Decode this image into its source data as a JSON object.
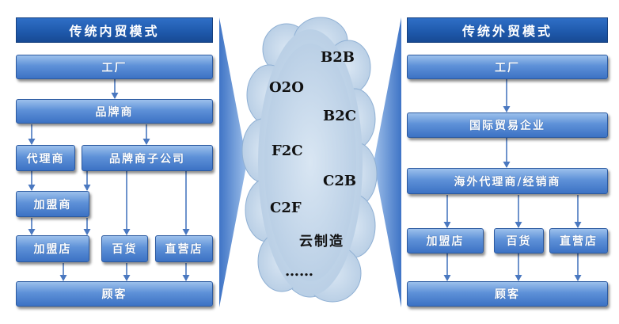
{
  "domestic": {
    "title": "传统内贸模式",
    "factory": "工厂",
    "brand": "品牌商",
    "agent": "代理商",
    "subsidiary": "品牌商子公司",
    "franchisor": "加盟商",
    "franchise_store": "加盟店",
    "department_store": "百货",
    "direct_store": "直营店",
    "customer": "顾客"
  },
  "cloud": {
    "items": [
      "B2B",
      "O2O",
      "B2C",
      "F2C",
      "C2B",
      "C2F",
      "云制造",
      "……"
    ]
  },
  "foreign": {
    "title": "传统外贸模式",
    "factory": "工厂",
    "trade_company": "国际贸易企业",
    "overseas_agent": "海外代理商/经销商",
    "franchise_store": "加盟店",
    "department_store": "百货",
    "direct_store": "直营店",
    "customer": "顾客"
  },
  "colors": {
    "header": "#1f5aad",
    "box": "#5e91d8",
    "arrow": "#4a78c0",
    "cloud": "#c3d6ea",
    "triangle": "#5b8fd6"
  }
}
